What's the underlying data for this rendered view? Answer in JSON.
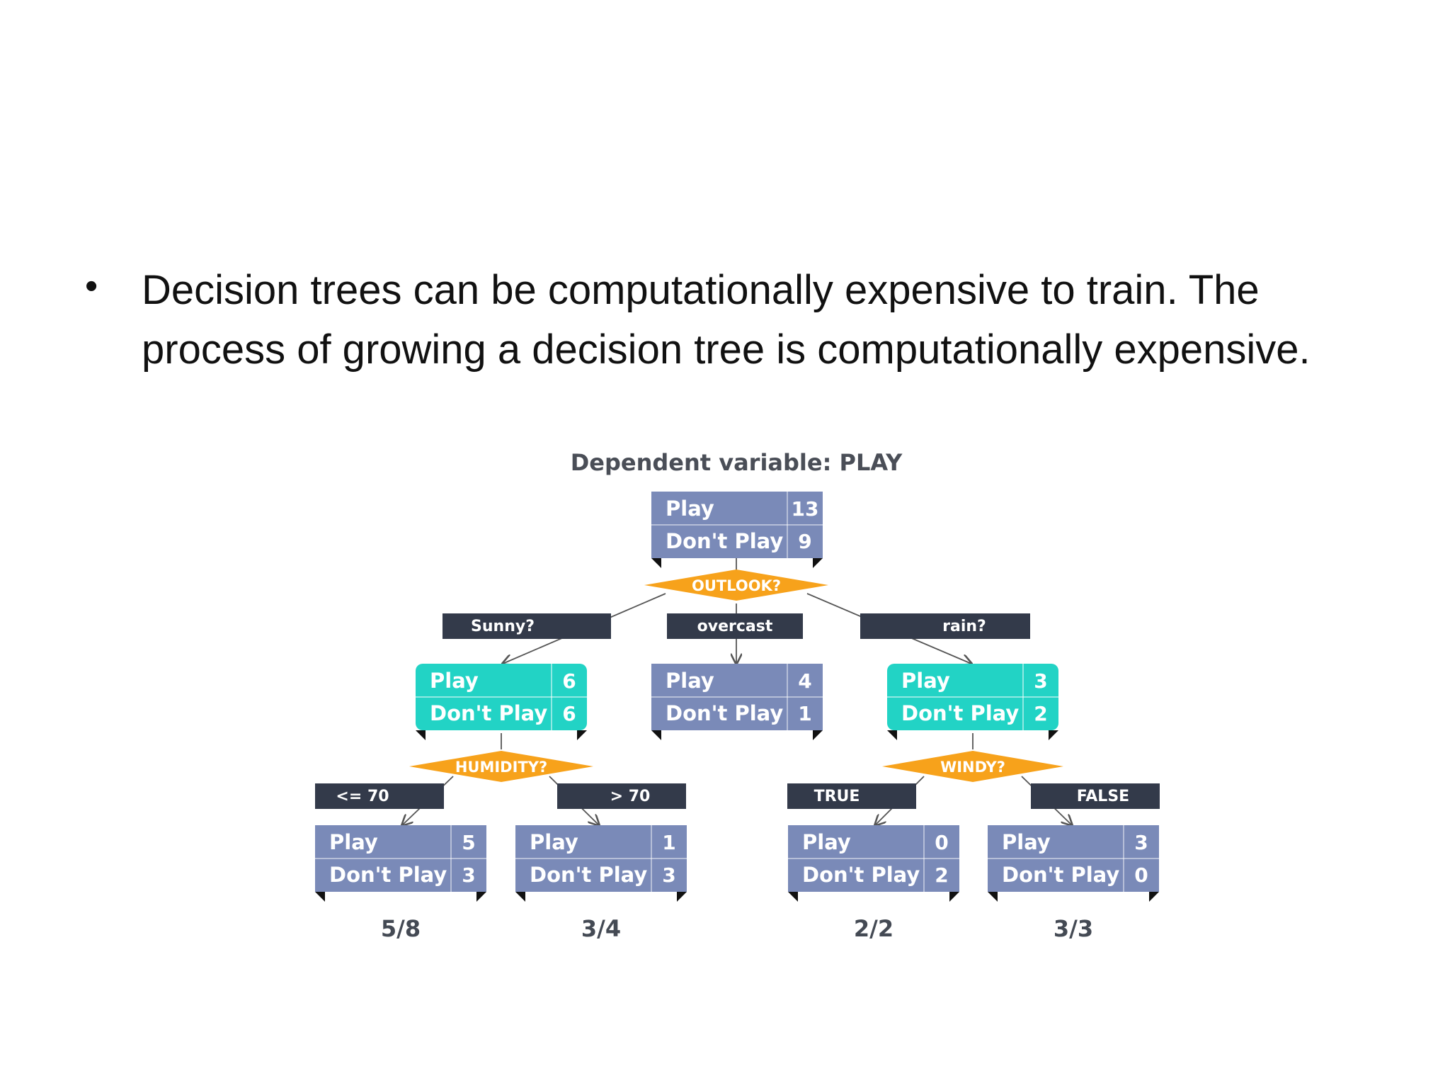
{
  "slide": {
    "bullet_symbol": "•",
    "bullet_text": "Decision trees can be computationally expensive to train. The process of growing a decision tree is computationally expensive."
  },
  "diagram": {
    "title": "Dependent variable: PLAY",
    "colors": {
      "node_gray": "#7a8ab8",
      "node_teal": "#22d3c5",
      "diamond": "#f7a21b",
      "branch": "#333a4a",
      "edge": "#555555"
    },
    "nodes": {
      "root": {
        "play_label": "Play",
        "play": "13",
        "dont_label": "Don't Play",
        "dont": "9"
      },
      "sunny": {
        "play_label": "Play",
        "play": "6",
        "dont_label": "Don't Play",
        "dont": "6"
      },
      "overcast": {
        "play_label": "Play",
        "play": "4",
        "dont_label": "Don't Play",
        "dont": "1"
      },
      "rain": {
        "play_label": "Play",
        "play": "3",
        "dont_label": "Don't Play",
        "dont": "2"
      },
      "hum_low": {
        "play_label": "Play",
        "play": "5",
        "dont_label": "Don't Play",
        "dont": "3"
      },
      "hum_high": {
        "play_label": "Play",
        "play": "1",
        "dont_label": "Don't Play",
        "dont": "3"
      },
      "windy_true": {
        "play_label": "Play",
        "play": "0",
        "dont_label": "Don't Play",
        "dont": "2"
      },
      "windy_false": {
        "play_label": "Play",
        "play": "3",
        "dont_label": "Don't Play",
        "dont": "0"
      }
    },
    "splits": {
      "outlook": "OUTLOOK?",
      "humidity": "HUMIDITY?",
      "windy": "WINDY?"
    },
    "branches": {
      "sunny": "Sunny?",
      "overcast": "overcast",
      "rain": "rain?",
      "hum_low": "<= 70",
      "hum_high": "> 70",
      "windy_true": "TRUE",
      "windy_false": "FALSE"
    },
    "ratios": {
      "hum_low": "5/8",
      "hum_high": "3/4",
      "windy_true": "2/2",
      "windy_false": "3/3"
    }
  }
}
